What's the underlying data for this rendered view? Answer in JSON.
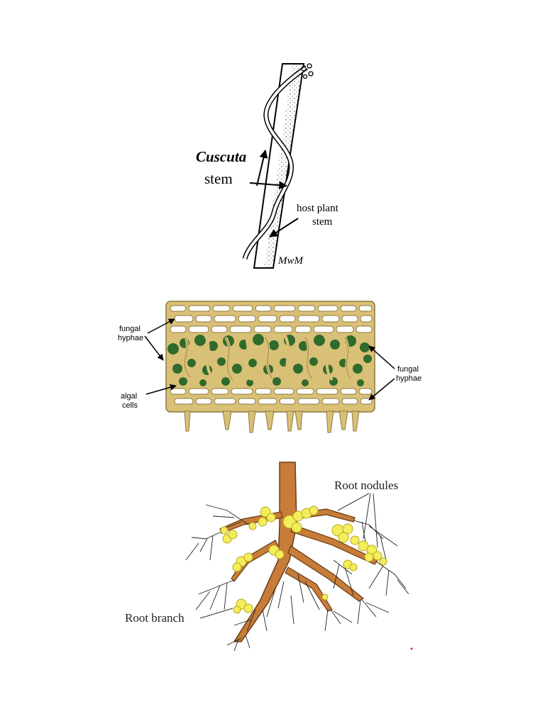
{
  "cuscuta": {
    "label_title": "Cuscuta",
    "label_sub": "stem",
    "host_line1": "host plant",
    "host_line2": "stem",
    "signature": "MwM"
  },
  "lichen": {
    "left_top_1": "fungal",
    "left_top_2": "hyphae",
    "left_bottom_1": "algal",
    "left_bottom_2": "cells",
    "right_1": "fungal",
    "right_2": "hyphae"
  },
  "roots": {
    "nodules_label": "Root nodules",
    "branch_label": "Root branch"
  },
  "colors": {
    "tan": "#d9c077",
    "algae": "#2f6b2c",
    "root": "#c87c3a",
    "nodule": "#f3ee5a"
  }
}
